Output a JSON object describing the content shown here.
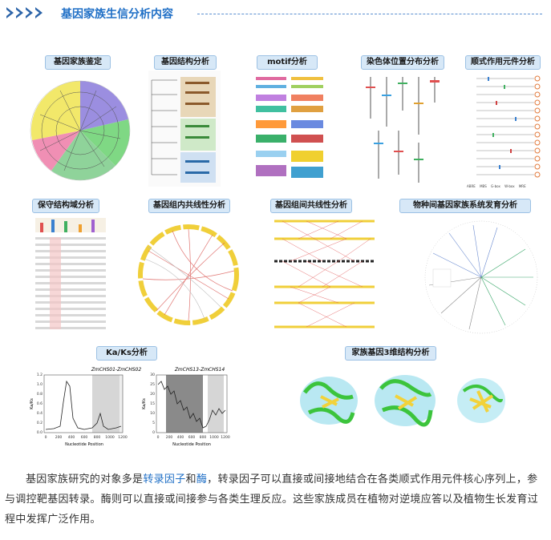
{
  "header": {
    "title": "基因家族生信分析内容"
  },
  "colors": {
    "accent": "#1f6fc6",
    "label_bg": "#d7e8f7"
  },
  "panels": {
    "p1": "基因家族鉴定",
    "p2": "基因结构分析",
    "p3": "motif分析",
    "p4": "染色体位置分布分析",
    "p5": "顺式作用元件分析",
    "p6": "保守结构域分析",
    "p7": "基因组内共线性分析",
    "p8": "基因组间共线性分析",
    "p9": "物种间基因家族系统发育分析",
    "p10": "Ka/Ks分析",
    "p11": "家族基因3维结构分析"
  },
  "kaks": {
    "chart1_title": "ZmCHS01-ZmCHS02",
    "chart2_title": "ZmCHS13-ZmCHS14",
    "ylabel": "Ka/Ks",
    "xlabel": "Nucleotide Position",
    "xticks": [
      "0",
      "200",
      "400",
      "600",
      "800",
      "1000",
      "1200"
    ],
    "yticks1": [
      "0.0",
      "0.2",
      "0.4",
      "0.6",
      "0.8",
      "1.0",
      "1.2"
    ],
    "yticks2": [
      "0",
      "5",
      "10",
      "15",
      "20",
      "25",
      "30"
    ]
  },
  "legend5": [
    "ABRE",
    "MBS",
    "G-box",
    "W-box",
    "MRE"
  ],
  "paragraph": {
    "t1": "基因家族研究的对象多是",
    "h1": "转录因子",
    "t2": "和",
    "h2": "酶",
    "t3": "，转录因子可以直接或间接地结合在各类顺式作用元件核心序列上，参与调控靶基因转录。酶则可以直接或间接参与各类生理反应。这些家族成员在植物对逆境应答以及植物生长发育过程中发挥广泛作用。"
  }
}
